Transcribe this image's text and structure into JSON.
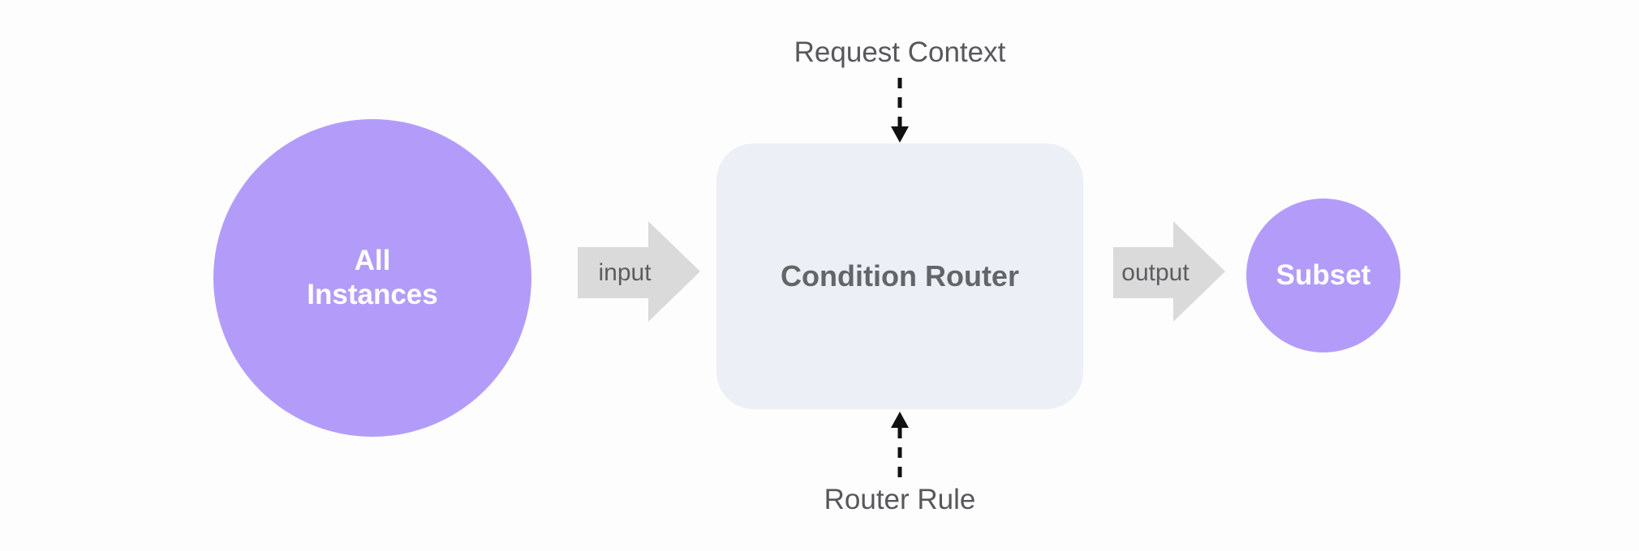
{
  "canvas": {
    "background": "#FDFDFD"
  },
  "colors": {
    "canvas_bg": "#FDFDFD",
    "node_purple": "#B39CF9",
    "router_box_fill": "#ECEFF5",
    "arrow_gray": "#DADADA",
    "arrow_label_text": "#5A5D60",
    "router_text": "#636669",
    "annotation_text": "#57585A",
    "node_label_text": "#FFFFFF",
    "dashed_line": "#111111"
  },
  "nodes": {
    "all_instances": {
      "label": "All Instances"
    },
    "condition_router": {
      "label": "Condition Router"
    },
    "subset": {
      "label": "Subset"
    }
  },
  "arrows": {
    "input": {
      "label": "input"
    },
    "output": {
      "label": "output"
    }
  },
  "annotations": {
    "request_context": {
      "label": "Request Context"
    },
    "router_rule": {
      "label": "Router Rule"
    }
  }
}
